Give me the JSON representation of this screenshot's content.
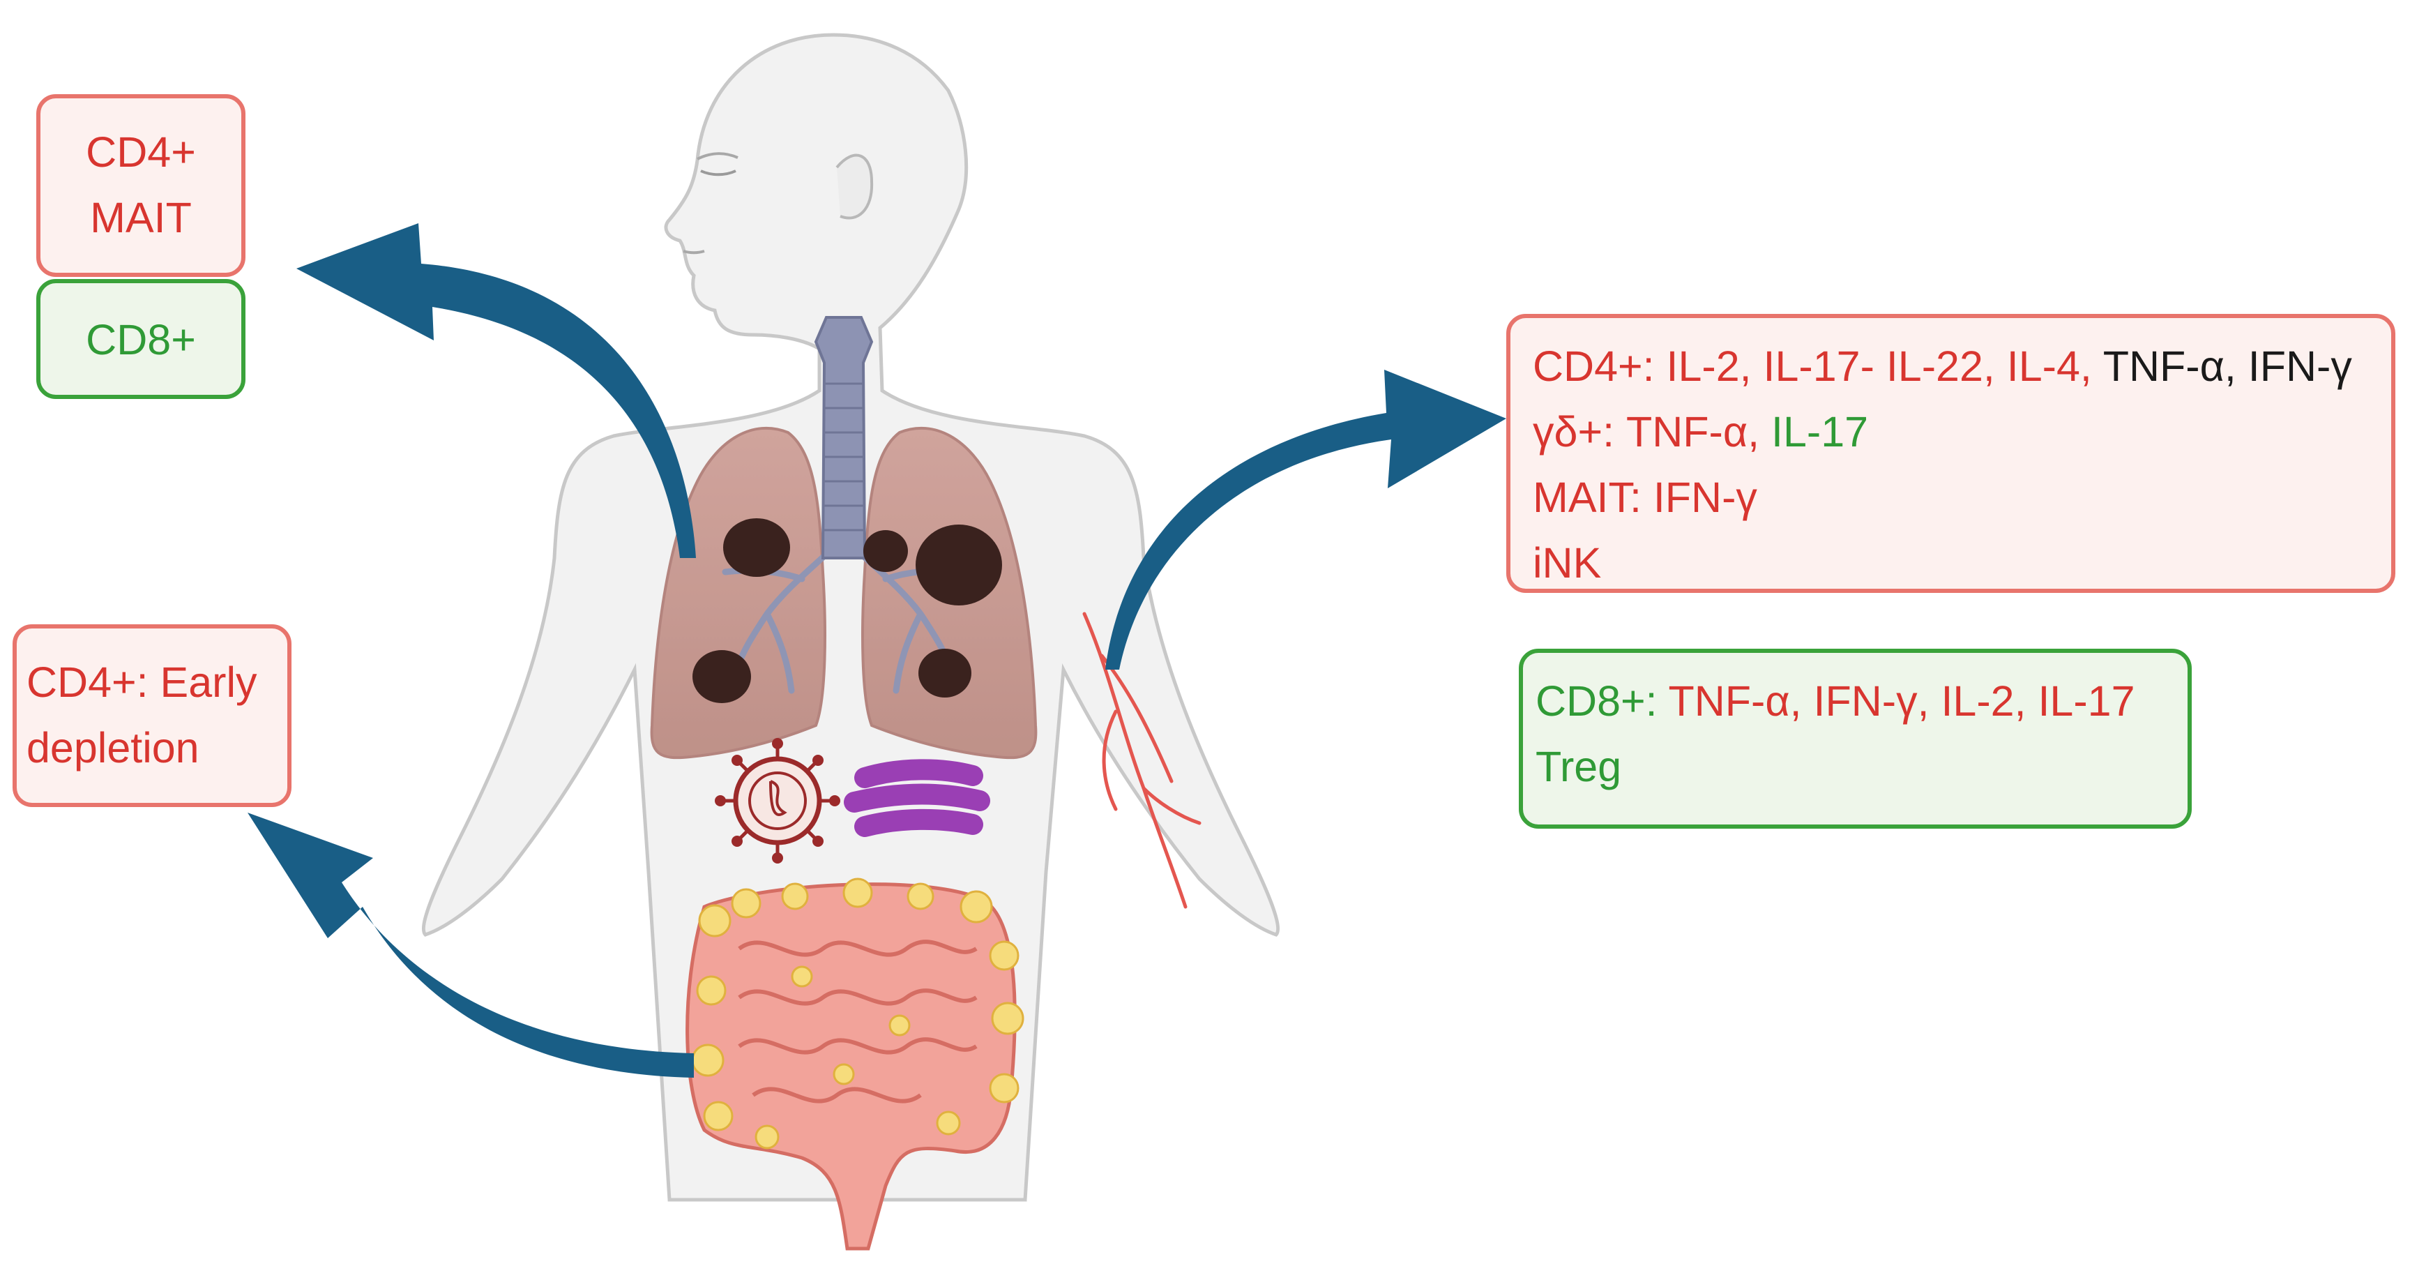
{
  "colors": {
    "red_text": "#d8352f",
    "green_text": "#2f9a36",
    "black_text": "#1a1a1a",
    "red_border": "#e8746c",
    "green_border": "#3aa23a",
    "arrow": "#195e86"
  },
  "icons": [
    "human-body-icon",
    "trachea-icon",
    "lungs-icon",
    "granuloma-icon",
    "virus-icon",
    "bacteria-icon",
    "intestine-icon",
    "blood-vessel-icon",
    "arrow-icon"
  ],
  "lung_box": {
    "line1": "CD4+",
    "line2": "MAIT"
  },
  "lung_green_box": {
    "line1": "CD8+"
  },
  "gut_box": {
    "line1": "CD4+: Early",
    "line2": "depletion"
  },
  "blood_red_box": {
    "row1": {
      "a": "CD4+: IL-2, IL-17- IL-22, IL-4, ",
      "b": "TNF-α",
      "c": ", IFN-γ"
    },
    "row2": {
      "a": "γδ+: TNF-α, ",
      "b": "IL-17"
    },
    "row3": {
      "a": "MAIT: IFN-γ"
    },
    "row4": {
      "a": "iNK"
    }
  },
  "blood_green_box": {
    "row1": {
      "a": "CD8+: ",
      "b": "TNF-α, IFN-γ, IL-2, IL-17"
    },
    "row2": {
      "a": "Treg"
    }
  }
}
